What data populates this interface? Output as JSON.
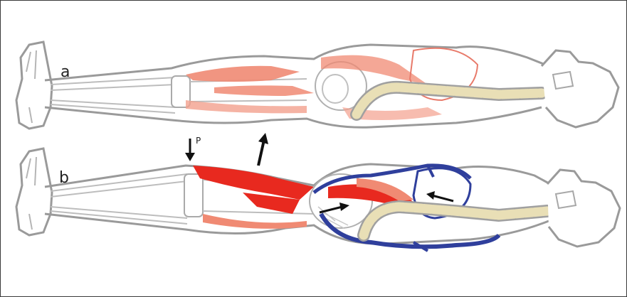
{
  "panels": [
    {
      "label": "a"
    },
    {
      "label": "b"
    }
  ],
  "annotations": {
    "force_label": "P"
  },
  "colors": {
    "outline": "#8a8a8a",
    "muscle_light": "#f08a73",
    "muscle_red": "#e8291f",
    "vein_blue": "#2f3f9c",
    "spine": "#e9dfb6",
    "spine_outline": "#9a9a9a"
  },
  "icons": [
    "arrow-down-icon",
    "arrow-up-icon",
    "arrow-right-icon",
    "arrow-left-icon"
  ]
}
